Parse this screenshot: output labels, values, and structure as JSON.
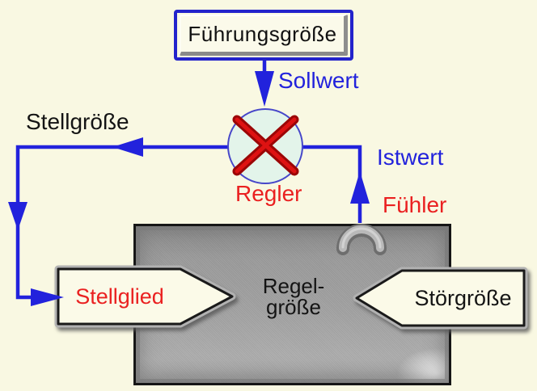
{
  "diagram": {
    "title_implicit": "Regelkreis",
    "reference_variable": "Führungsgröße",
    "setpoint": "Sollwert",
    "manipulated_variable": "Stellgröße",
    "actual_value": "Istwert",
    "controller": "Regler",
    "sensor": "Fühler",
    "actuator": "Stellglied",
    "disturbance": "Störgröße",
    "controlled_variable_line1": "Regel-",
    "controlled_variable_line2": "größe"
  },
  "colors": {
    "background": "#F9F8E2",
    "wire_blue": "#2222DC",
    "label_red": "#EA2020",
    "text_black": "#141414",
    "controller_circle_fill": "#E3F4EA",
    "controller_x_red": "#DE1212",
    "process_box_gray": "#9C9C9C",
    "arrow_plate_fill": "#FBFAE8",
    "reference_box_border": "#2323CB"
  }
}
